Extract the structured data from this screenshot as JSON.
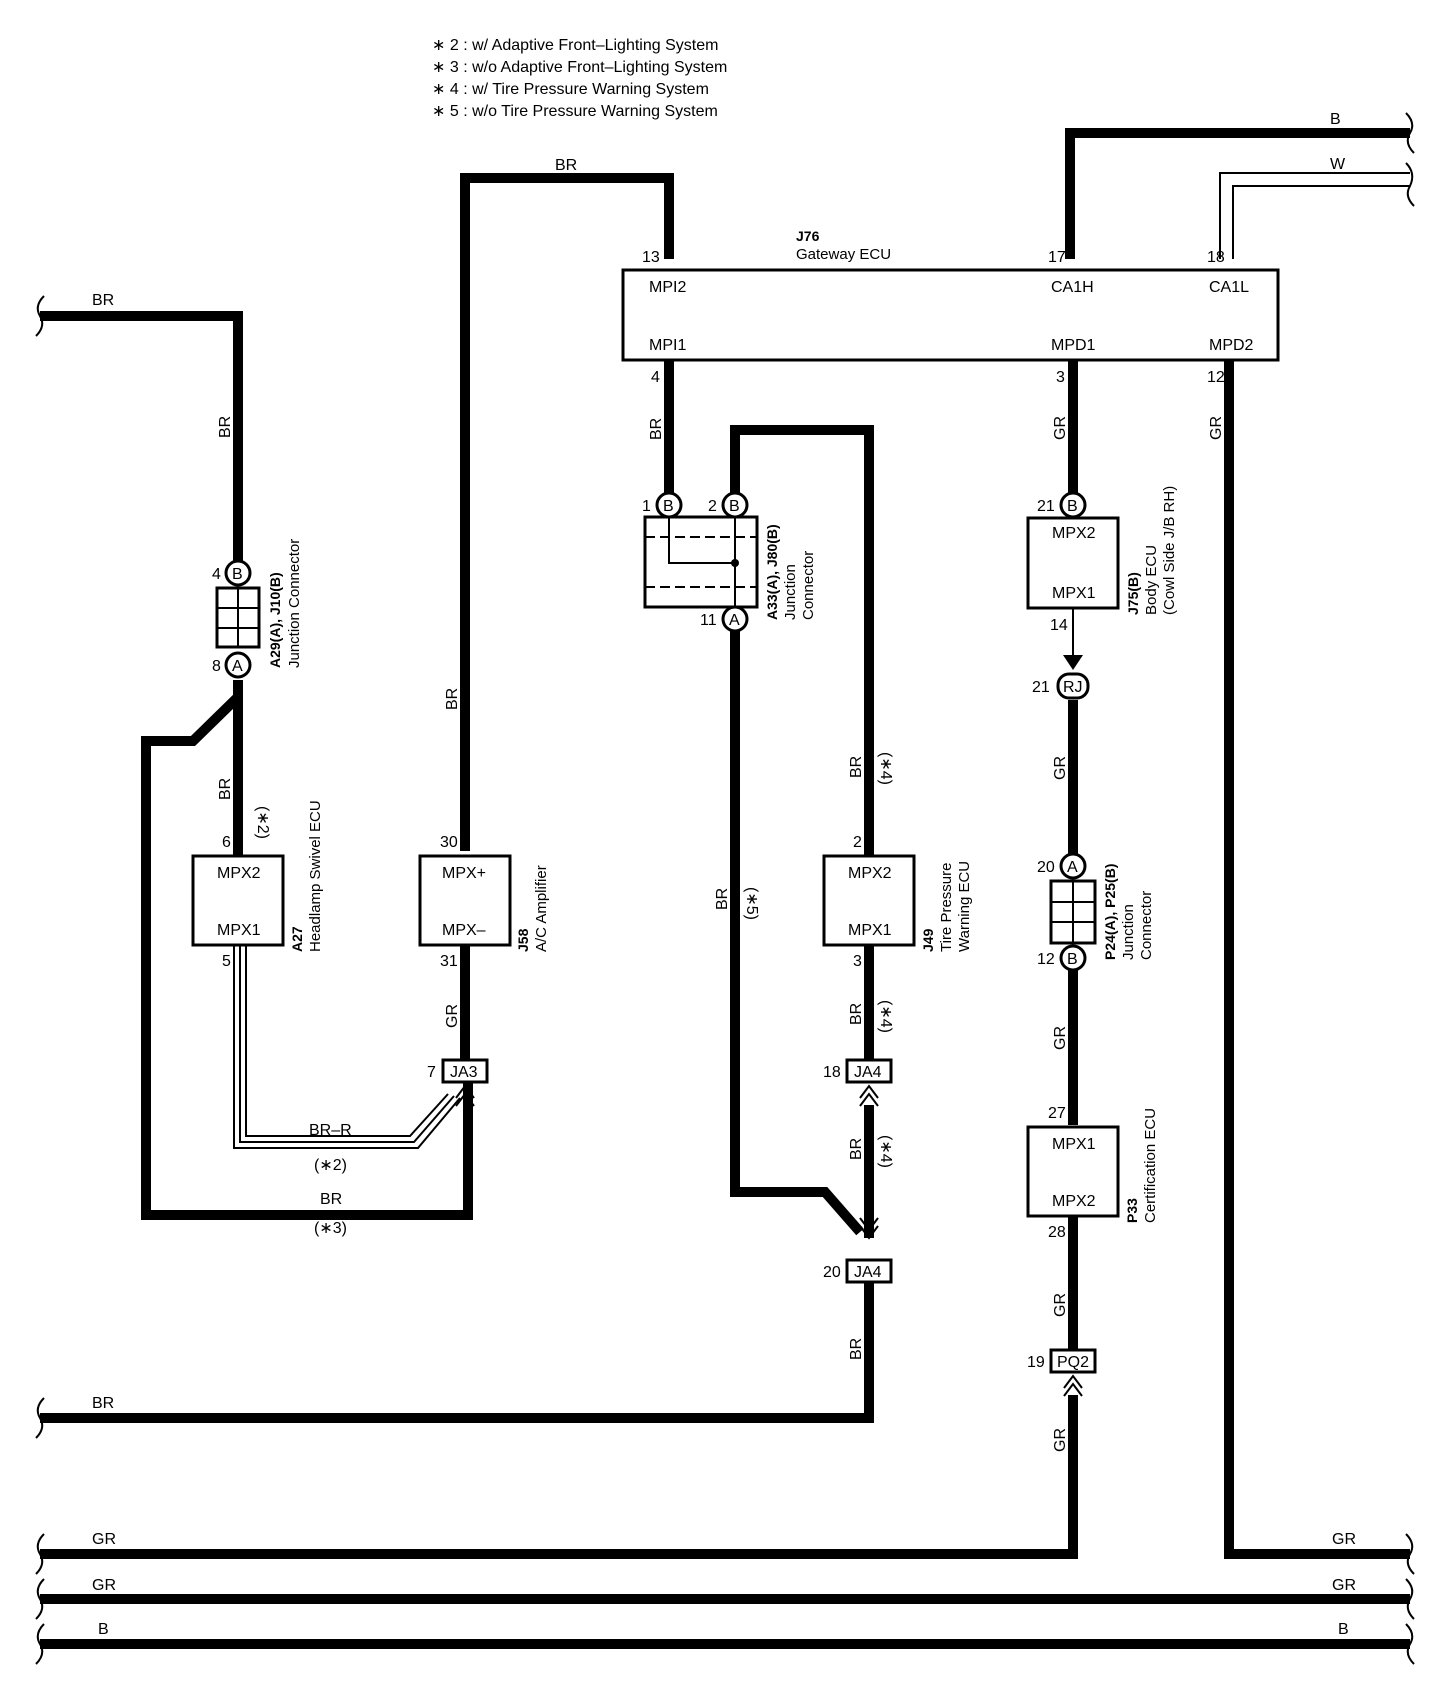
{
  "notes": [
    "∗ 2 : w/ Adaptive Front–Lighting System",
    "∗ 3 : w/o Adaptive Front–Lighting System",
    "∗ 4 : w/ Tire Pressure Warning System",
    "∗ 5 : w/o Tire Pressure Warning System"
  ],
  "colors": {
    "ink": "#000000",
    "paper": "#ffffff"
  },
  "wire_labels": {
    "b_top": "B",
    "w_top": "W",
    "br_top": "BR",
    "br_left_top": "BR",
    "br_left_vert": "BR",
    "br_a27": "BR",
    "br_j58": "BR",
    "br_gw_left": "BR",
    "br_j49_top": "BR",
    "br_j49_mid": "BR",
    "br_j49_low": "BR",
    "br_ja4_bottom": "BR",
    "br_mid": "BR",
    "gr_j75": "GR",
    "gr_j75_low": "GR",
    "gr_p24_low": "GR",
    "gr_p33_low": "GR",
    "gr_pq2_low": "GR",
    "gr_right": "GR",
    "gr_j58": "GR",
    "br_r": "BR–R",
    "br_bottom_loop": "BR",
    "br_lower": "BR",
    "gr_bus1_left": "GR",
    "gr_bus1_right": "GR",
    "gr_bus2_left": "GR",
    "gr_bus2_right": "GR",
    "b_bus_left": "B",
    "b_bus_right": "B"
  },
  "cond": {
    "c2a": "(∗2)",
    "c2b": "(∗2)",
    "c3": "(∗3)",
    "c4a": "(∗4)",
    "c4b": "(∗4)",
    "c4c": "(∗4)",
    "c5": "(∗5)"
  },
  "gateway": {
    "id": "J76",
    "name": "Gateway ECU",
    "mpi2": "MPI2",
    "ca1h": "CA1H",
    "ca1l": "CA1L",
    "mpi1": "MPI1",
    "mpd1": "MPD1",
    "mpd2": "MPD2",
    "p13": "13",
    "p17": "17",
    "p18": "18",
    "p4": "4",
    "p3": "3",
    "p12": "12"
  },
  "a29": {
    "id": "A29(A), J10(B)",
    "name": "Junction Connector",
    "pb": "4",
    "pa": "8",
    "lb": "B",
    "la": "A"
  },
  "a27": {
    "id": "A27",
    "name": "Headlamp Swivel ECU",
    "t1": "MPX2",
    "t2": "MPX1",
    "p6": "6",
    "p5": "5"
  },
  "j58": {
    "id": "J58",
    "name": "A/C Amplifier",
    "t1": "MPX+",
    "t2": "MPX–",
    "p30": "30",
    "p31": "31"
  },
  "a33": {
    "id": "A33(A), J80(B)",
    "name1": "Junction",
    "name2": "Connector",
    "p1": "1",
    "p2": "2",
    "p11": "11",
    "l1": "B",
    "l2": "B",
    "l11": "A"
  },
  "j49": {
    "id": "J49",
    "name1": "Tire Pressure",
    "name2": "Warning ECU",
    "t1": "MPX2",
    "t2": "MPX1",
    "p2": "2",
    "p3": "3"
  },
  "j75": {
    "id": "J75(B)",
    "name1": "Body ECU",
    "name2": "(Cowl Side J/B RH)",
    "t1": "MPX2",
    "t2": "MPX1",
    "p21": "21",
    "p14": "14",
    "l21": "B"
  },
  "rj": {
    "label": "RJ",
    "pin": "21"
  },
  "p24": {
    "id": "P24(A), P25(B)",
    "name1": "Junction",
    "name2": "Connector",
    "pa": "20",
    "pb": "12",
    "la": "A",
    "lb": "B"
  },
  "p33": {
    "id": "P33",
    "name": "Certification ECU",
    "t1": "MPX1",
    "t2": "MPX2",
    "p27": "27",
    "p28": "28"
  },
  "ja3": {
    "label": "JA3",
    "pin": "7"
  },
  "ja4a": {
    "label": "JA4",
    "pin": "18"
  },
  "ja4b": {
    "label": "JA4",
    "pin": "20"
  },
  "pq2": {
    "label": "PQ2",
    "pin": "19"
  }
}
